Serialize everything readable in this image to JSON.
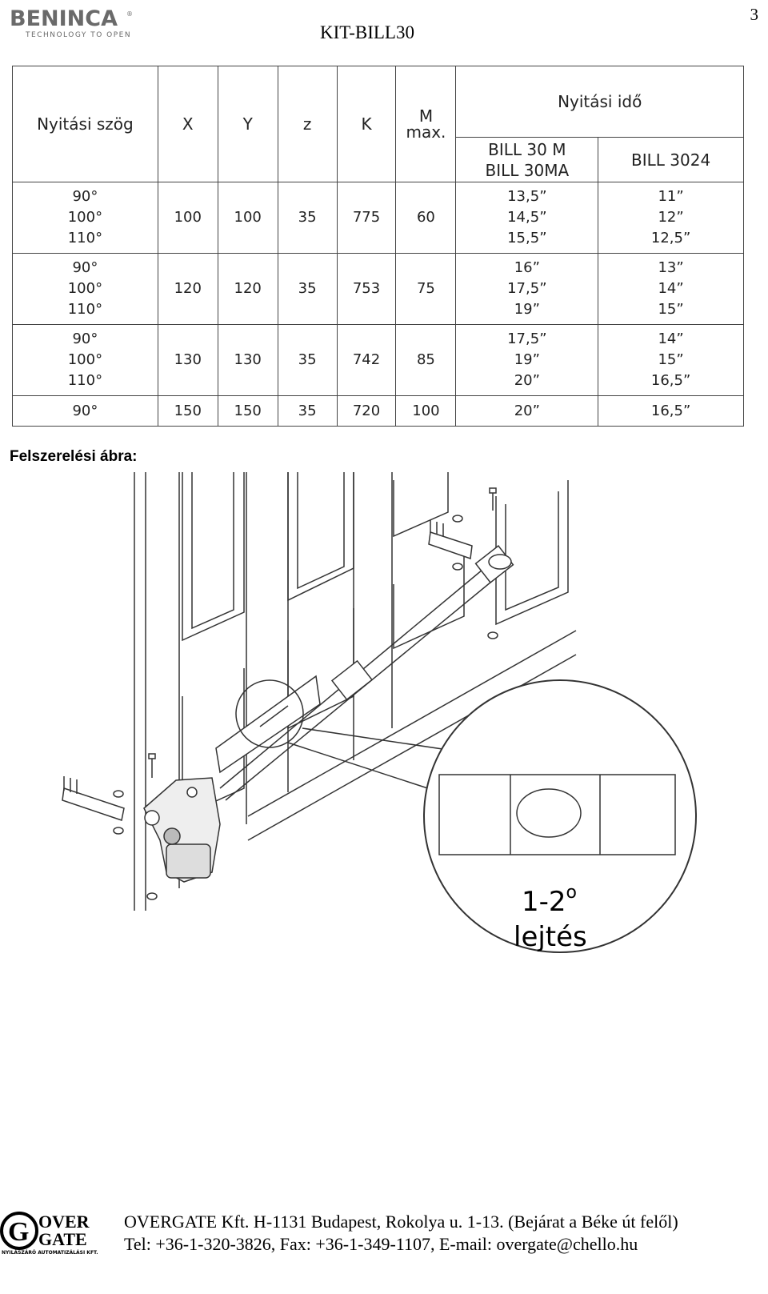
{
  "header": {
    "brand": "BENINCA",
    "registered": "®",
    "tagline": "TECHNOLOGY TO OPEN",
    "title": "KIT-BILL30",
    "page_number": "3"
  },
  "table": {
    "headers": {
      "angle": "Nyitási szög",
      "x": "X",
      "y": "Y",
      "z": "z",
      "k": "K",
      "m": "M",
      "m_sub": "max.",
      "time": "Nyitási idő",
      "model_a_line1": "BILL 30 M",
      "model_a_line2": "BILL 30MA",
      "model_b": "BILL 3024"
    },
    "rows": [
      {
        "angles": [
          "90°",
          "100°",
          "110°"
        ],
        "x": "100",
        "y": "100",
        "z": "35",
        "k": "775",
        "m": "60",
        "time_a": [
          "13,5”",
          "14,5”",
          "15,5”"
        ],
        "time_b": [
          "11”",
          "12”",
          "12,5”"
        ]
      },
      {
        "angles": [
          "90°",
          "100°",
          "110°"
        ],
        "x": "120",
        "y": "120",
        "z": "35",
        "k": "753",
        "m": "75",
        "time_a": [
          "16”",
          "17,5”",
          "19”"
        ],
        "time_b": [
          "13”",
          "14”",
          "15”"
        ]
      },
      {
        "angles": [
          "90°",
          "100°",
          "110°"
        ],
        "x": "130",
        "y": "130",
        "z": "35",
        "k": "742",
        "m": "85",
        "time_a": [
          "17,5”",
          "19”",
          "20”"
        ],
        "time_b": [
          "14”",
          "15”",
          "16,5”"
        ]
      },
      {
        "angles": [
          "90°"
        ],
        "x": "150",
        "y": "150",
        "z": "35",
        "k": "720",
        "m": "100",
        "time_a": [
          "20”"
        ],
        "time_b": [
          "16,5”"
        ]
      }
    ]
  },
  "section_label": "Felszerelési ábra:",
  "drawing": {
    "slope_line1": "1-2",
    "slope_sup": "o",
    "slope_line2": "lejtés"
  },
  "footer": {
    "logo_top": "OVER",
    "logo_bottom": "GATE",
    "logo_sub": "NYILÁSZÁRÓ AUTOMATIZÁLÁSI KFT.",
    "line1": "OVERGATE Kft. H-1131 Budapest, Rokolya u. 1-13. (Bejárat a Béke út felől)",
    "line2": "Tel: +36-1-320-3826, Fax: +36-1-349-1107, E-mail: overgate@chello.hu"
  }
}
